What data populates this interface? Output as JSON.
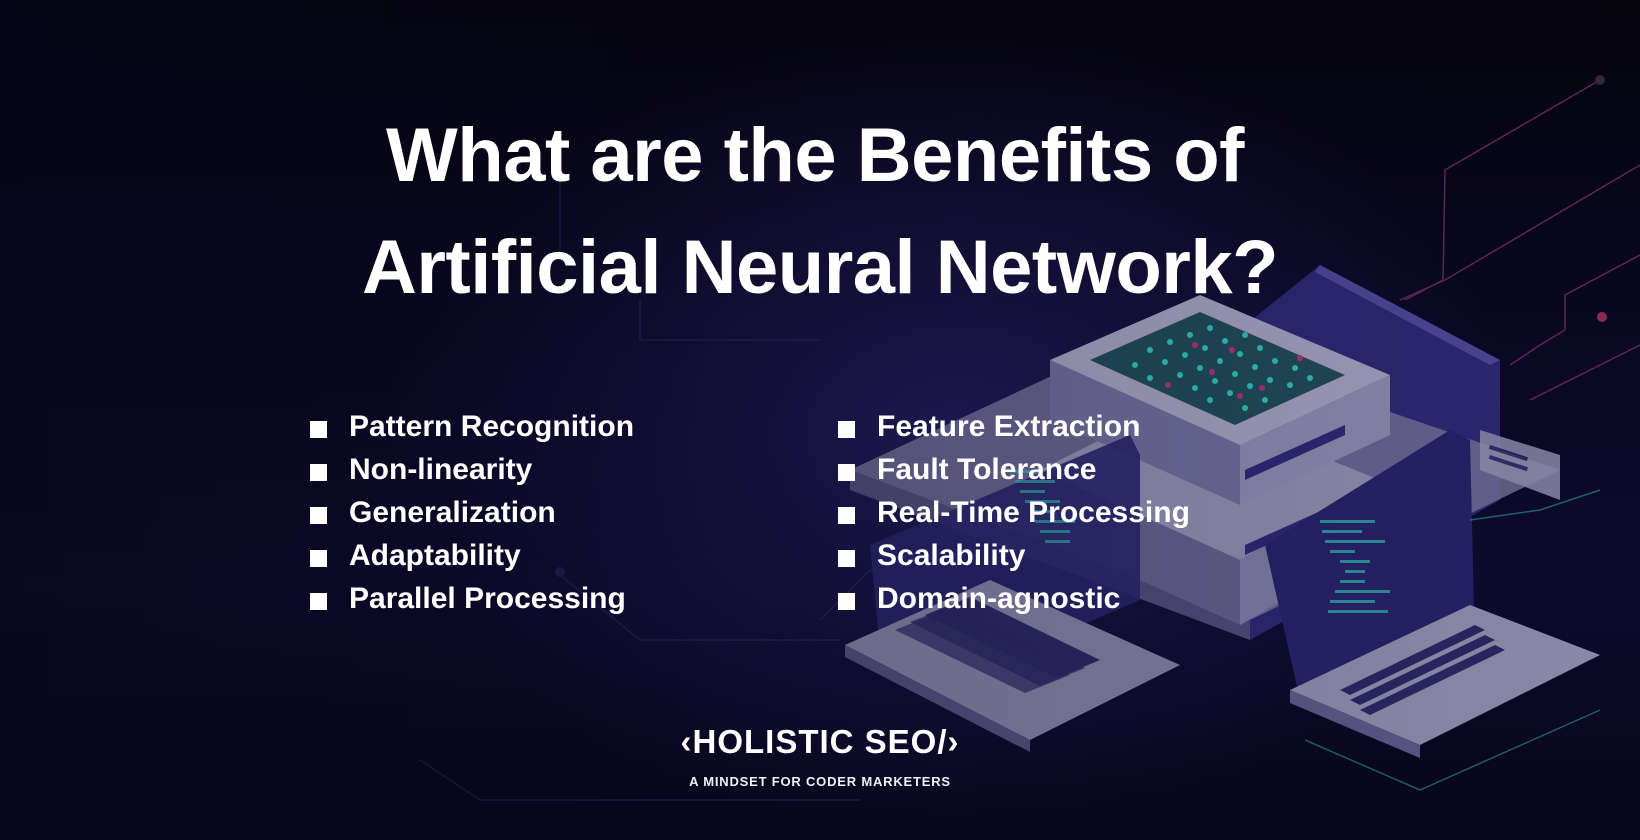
{
  "title": {
    "line1": "What are the Benefits of",
    "line2": "Artificial Neural Network?"
  },
  "benefits": {
    "column1": [
      "Pattern Recognition",
      "Non-linearity",
      "Generalization",
      "Adaptability",
      "Parallel Processing"
    ],
    "column2": [
      "Feature Extraction",
      "Fault Tolerance",
      "Real-Time Processing",
      "Scalability",
      "Domain-agnostic"
    ]
  },
  "brand": {
    "logo": "‹HOLISTIC SEO/›",
    "tagline": "A MINDSET FOR CODER MARKETERS"
  },
  "illustration": {
    "icons": [
      "server-icon",
      "laptop-icon",
      "circuit-lines"
    ]
  },
  "colors": {
    "background": "#0a0824",
    "text": "#ffffff",
    "accent_teal": "#2fb7b0",
    "accent_pink": "#b0306a",
    "device_gray": "#8b88a8",
    "device_purple": "#2e2870"
  }
}
